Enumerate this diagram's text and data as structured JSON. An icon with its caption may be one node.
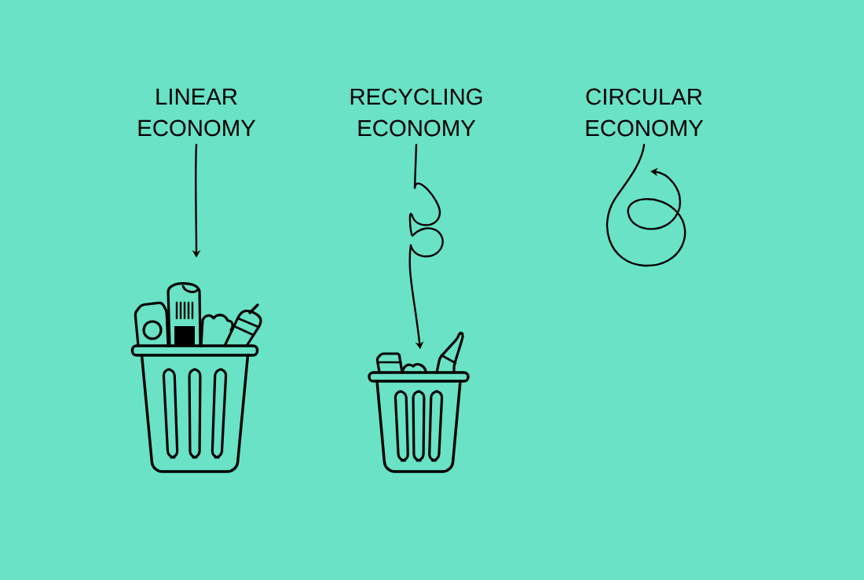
{
  "diagram": {
    "nodes": [
      {
        "text": [
          "LINEAR ECONOMY"
        ]
      },
      {
        "text": [
          "RECYCLING ECONOMY"
        ]
      },
      {
        "text": [
          "CIRCULAR ECONOMY"
        ]
      },
      {
        "text": [],
        "shape": "picture"
      },
      {
        "text": [],
        "shape": "picture"
      }
    ],
    "edges": [
      {
        "from": 0,
        "to": 3,
        "arrow": "to"
      },
      {
        "from": 1,
        "to": 4,
        "arrow": "to"
      },
      {
        "from": 2,
        "to": null,
        "arrow": "to"
      }
    ]
  }
}
